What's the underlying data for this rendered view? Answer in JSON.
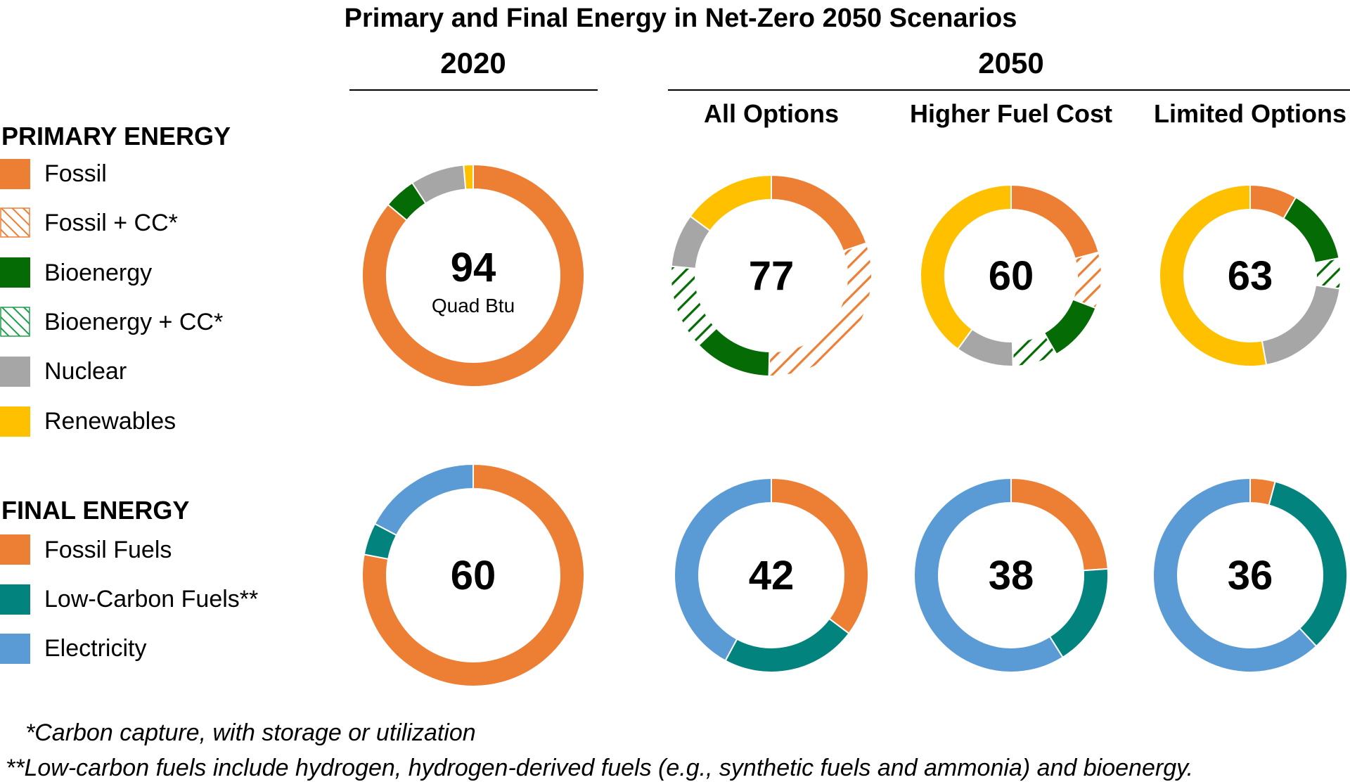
{
  "title": "Primary and Final Energy in Net-Zero 2050 Scenarios",
  "year_headers": {
    "y2020": "2020",
    "y2050": "2050"
  },
  "scenario_labels": [
    "All Options",
    "Higher Fuel Cost",
    "Limited Options"
  ],
  "legend": {
    "primary_header": "PRIMARY ENERGY",
    "primary_items": [
      {
        "label": "Fossil",
        "color": "#ED7F35",
        "hatched": false
      },
      {
        "label": "Fossil + CC*",
        "color": "#ED7F35",
        "hatched": true
      },
      {
        "label": "Bioenergy",
        "color": "#056B05",
        "hatched": false
      },
      {
        "label": "Bioenergy + CC*",
        "color": "#1E9E4A",
        "hatched": true
      },
      {
        "label": "Nuclear",
        "color": "#A6A6A6",
        "hatched": false
      },
      {
        "label": "Renewables",
        "color": "#FFC000",
        "hatched": false
      }
    ],
    "final_header": "FINAL ENERGY",
    "final_items": [
      {
        "label": "Fossil Fuels",
        "color": "#ED7F35"
      },
      {
        "label": "Low-Carbon Fuels**",
        "color": "#03837D"
      },
      {
        "label": "Electricity",
        "color": "#5B9BD5"
      }
    ]
  },
  "footnotes": [
    "*Carbon capture, with storage or utilization",
    "**Low-carbon fuels include hydrogen, hydrogen-derived fuels (e.g., synthetic fuels and ammonia) and bioenergy."
  ],
  "chart_data": [
    {
      "type": "pie",
      "group": "Primary Energy",
      "scenario": "2020",
      "total": "94",
      "unit": "Quad Btu",
      "categories": [
        "Fossil",
        "Fossil + CC*",
        "Bioenergy",
        "Bioenergy + CC*",
        "Nuclear",
        "Renewables"
      ],
      "values": [
        80.9,
        0,
        4.4,
        0,
        7.4,
        1.3
      ]
    },
    {
      "type": "pie",
      "group": "Primary Energy",
      "scenario": "All Options",
      "total": "77",
      "categories": [
        "Fossil",
        "Fossil + CC*",
        "Bioenergy",
        "Bioenergy + CC*",
        "Nuclear",
        "Renewables"
      ],
      "values": [
        15.2,
        23.6,
        9.6,
        10.5,
        6.6,
        11.5
      ]
    },
    {
      "type": "pie",
      "group": "Primary Energy",
      "scenario": "Higher Fuel Cost",
      "total": "60",
      "categories": [
        "Fossil",
        "Fossil + CC*",
        "Bioenergy",
        "Bioenergy + CC*",
        "Nuclear",
        "Renewables"
      ],
      "values": [
        12.5,
        6.0,
        6.5,
        4.8,
        6.2,
        24.0
      ]
    },
    {
      "type": "pie",
      "group": "Primary Energy",
      "scenario": "Limited Options",
      "total": "63",
      "categories": [
        "Fossil",
        "Fossil + CC*",
        "Bioenergy",
        "Bioenergy + CC*",
        "Nuclear",
        "Renewables"
      ],
      "values": [
        5.3,
        0,
        8.5,
        3.4,
        12.5,
        33.3
      ]
    },
    {
      "type": "pie",
      "group": "Final Energy",
      "scenario": "2020",
      "total": "60",
      "categories": [
        "Fossil Fuels",
        "Low-Carbon Fuels**",
        "Electricity"
      ],
      "values": [
        46.8,
        2.8,
        10.4
      ]
    },
    {
      "type": "pie",
      "group": "Final Energy",
      "scenario": "All Options",
      "total": "42",
      "categories": [
        "Fossil Fuels",
        "Low-Carbon Fuels**",
        "Electricity"
      ],
      "values": [
        14.8,
        9.5,
        17.7
      ]
    },
    {
      "type": "pie",
      "group": "Final Energy",
      "scenario": "Higher Fuel Cost",
      "total": "38",
      "categories": [
        "Fossil Fuels",
        "Low-Carbon Fuels**",
        "Electricity"
      ],
      "values": [
        9.1,
        6.5,
        22.4
      ]
    },
    {
      "type": "pie",
      "group": "Final Energy",
      "scenario": "Limited Options",
      "total": "36",
      "categories": [
        "Fossil Fuels",
        "Low-Carbon Fuels**",
        "Electricity"
      ],
      "values": [
        1.5,
        12.2,
        22.3
      ]
    }
  ]
}
